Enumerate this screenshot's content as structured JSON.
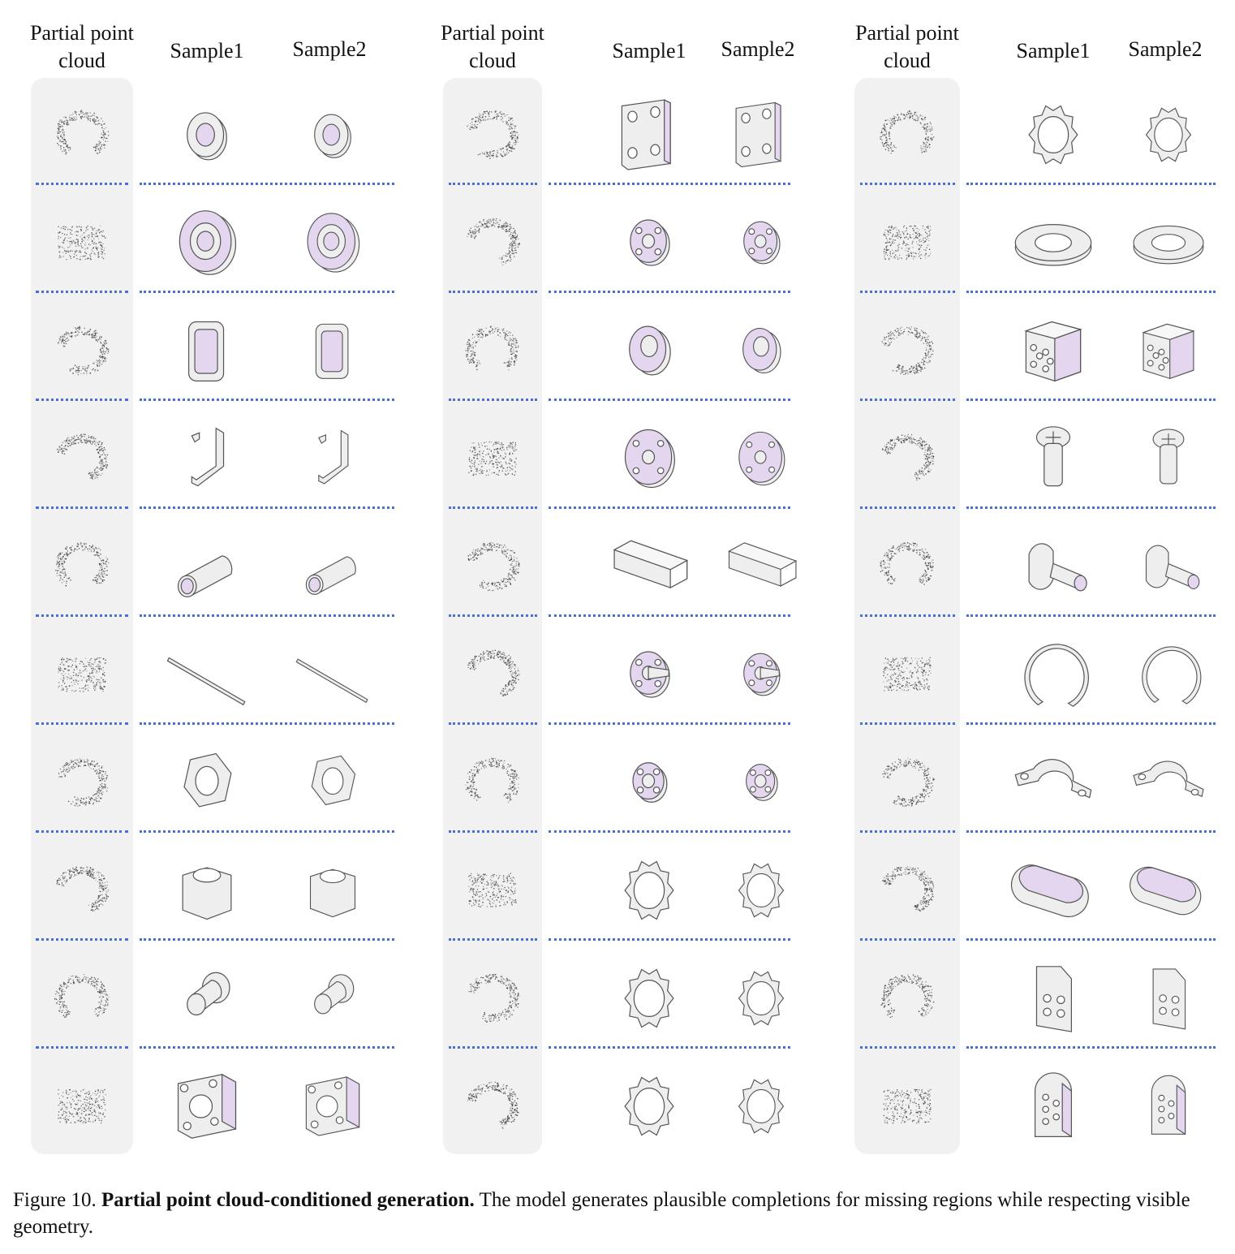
{
  "headers": {
    "partial": "Partial point cloud",
    "sample1": "Sample1",
    "sample2": "Sample2"
  },
  "panels": [
    {
      "rows": [
        {
          "shape": "washer"
        },
        {
          "shape": "bearing"
        },
        {
          "shape": "rect-frame"
        },
        {
          "shape": "bracket"
        },
        {
          "shape": "tube"
        },
        {
          "shape": "rod"
        },
        {
          "shape": "hex-nut"
        },
        {
          "shape": "tall-hex-nut"
        },
        {
          "shape": "flanged-bushing"
        },
        {
          "shape": "square-flange"
        }
      ]
    },
    {
      "rows": [
        {
          "shape": "plate-4-holes"
        },
        {
          "shape": "round-flange"
        },
        {
          "shape": "thick-washer"
        },
        {
          "shape": "disc-flange"
        },
        {
          "shape": "square-bar"
        },
        {
          "shape": "cone-flange"
        },
        {
          "shape": "small-flange"
        },
        {
          "shape": "lock-washer"
        },
        {
          "shape": "lock-washer"
        },
        {
          "shape": "serrated-washer"
        }
      ]
    },
    {
      "rows": [
        {
          "shape": "lock-washer"
        },
        {
          "shape": "flat-washer"
        },
        {
          "shape": "block-6-holes"
        },
        {
          "shape": "screw"
        },
        {
          "shape": "shoulder-bolt"
        },
        {
          "shape": "snap-ring"
        },
        {
          "shape": "pipe-clamp"
        },
        {
          "shape": "oval-pad"
        },
        {
          "shape": "tab-plate"
        },
        {
          "shape": "rounded-tab"
        }
      ]
    }
  ],
  "caption": {
    "prefix": "Figure 10. ",
    "bold": "Partial point cloud-conditioned generation.",
    "rest": " The model generates plausible completions for missing regions while respecting visible geometry."
  },
  "colors": {
    "separator": "#4a6fd4",
    "partial_bg": "#f1f1f1",
    "part_fill": "#eeeeee",
    "part_stroke": "#555555",
    "part_accent": "#e4d6ef"
  }
}
